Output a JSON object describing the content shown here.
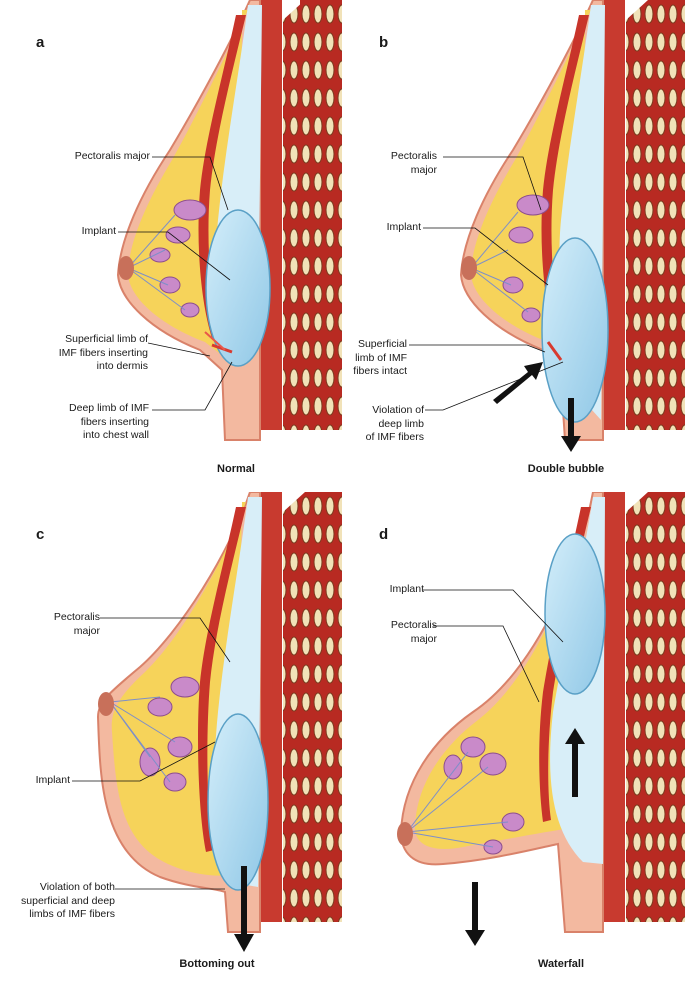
{
  "panels": [
    {
      "letter": "a",
      "caption": "Normal",
      "labels": [
        "Pectoralis major",
        "Implant",
        "Superficial limb of\nIMF fibers inserting\ninto dermis",
        "Deep limb of IMF\nfibers inserting\ninto chest wall"
      ]
    },
    {
      "letter": "b",
      "caption": "Double bubble",
      "labels": [
        "Pectoralis\nmajor",
        "Implant",
        "Superficial\nlimb of IMF\nfibers intact",
        "Violation of\ndeep limb\nof IMF fibers"
      ]
    },
    {
      "letter": "c",
      "caption": "Bottoming out",
      "labels": [
        "Pectoralis\nmajor",
        "Implant",
        "Violation of both\nsuperficial and deep\nlimbs of IMF fibers"
      ]
    },
    {
      "letter": "d",
      "caption": "Waterfall",
      "labels": [
        "Implant",
        "Pectoralis\nmajor"
      ]
    }
  ],
  "colors": {
    "skin": "#f3b9a0",
    "skin_edge": "#d9826a",
    "fat": "#f6d35a",
    "gland": "#c98ac9",
    "muscle": "#c8342a",
    "implant": "#a9d8ee",
    "pocket": "#d8eef8",
    "rib": "#f1e2b8"
  }
}
